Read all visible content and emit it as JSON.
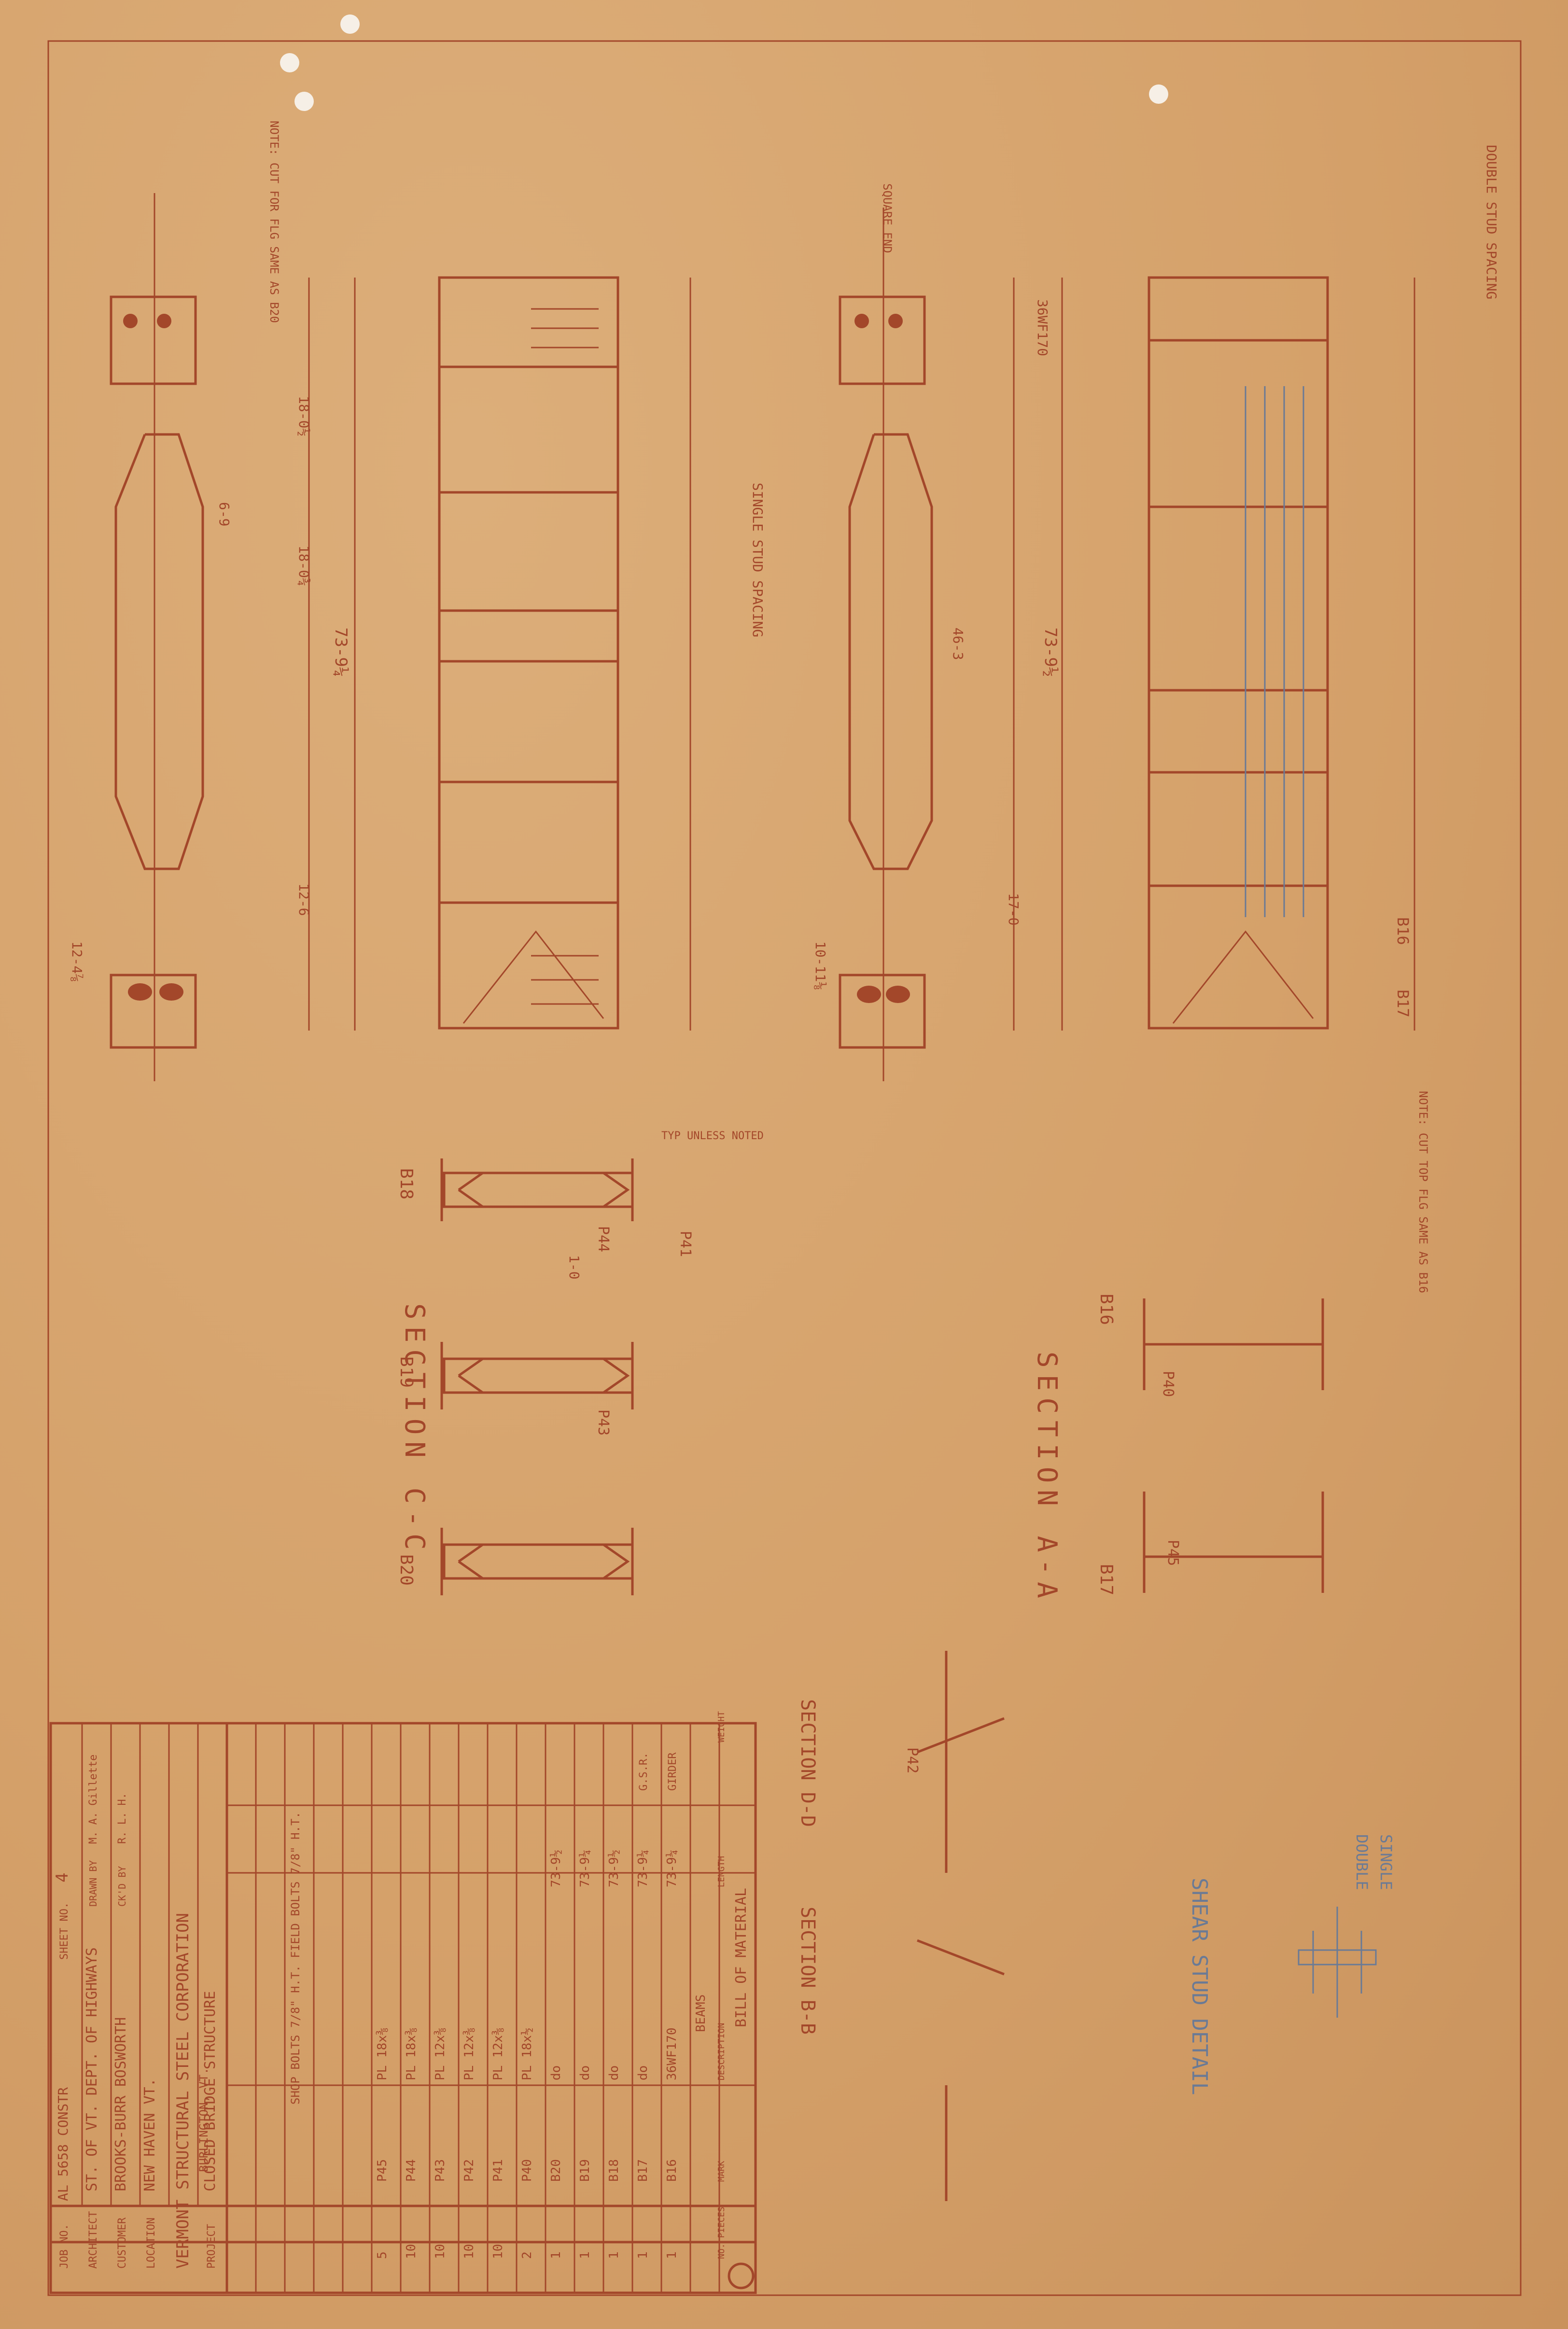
{
  "title_block": {
    "company": "VERMONT STRUCTURAL STEEL CORPORATION",
    "company_city": "BURLINGTON, VT.",
    "project_label": "PROJECT",
    "project": "CLOSED BRIDGE STRUCTURE",
    "location_label": "LOCATION",
    "location": "NEW HAVEN VT.",
    "customer_label": "CUSTOMER",
    "customer": "BROOKS-BURR BOSWORTH",
    "architect_label": "ARCHITECT",
    "architect": "ST. OF VT. DEPT. OF HIGHWAYS",
    "job_label": "JOB NO.",
    "job_no": "AL 5658 CONSTR",
    "sheet_label": "SHEET NO.",
    "sheet_no": "4",
    "drawn_label": "DRAWN BY",
    "drawn_by": "M. A. Gillette",
    "checked_label": "CK'D BY",
    "checked_by": "R. L. H.",
    "bill_of_material": "BILL OF MATERIAL",
    "bom_headers": [
      "NO. PIECES",
      "MARK",
      "DESCRIPTION",
      "LENGTH",
      "WEIGHT"
    ],
    "bom_rows": [
      {
        "pieces": "",
        "mark": "",
        "description": "BEAMS",
        "length": "",
        "note": ""
      },
      {
        "pieces": "1",
        "mark": "B16",
        "description": "36WF170",
        "length": "73-9¼",
        "note": "GIRDER"
      },
      {
        "pieces": "1",
        "mark": "B17",
        "description": "do",
        "length": "73-9¼",
        "note": "G.S.R."
      },
      {
        "pieces": "1",
        "mark": "B18",
        "description": "do",
        "length": "73-9½",
        "note": ""
      },
      {
        "pieces": "1",
        "mark": "B19",
        "description": "do",
        "length": "73-9¼",
        "note": ""
      },
      {
        "pieces": "1",
        "mark": "B20",
        "description": "do",
        "length": "73-9½",
        "note": ""
      },
      {
        "pieces": "2",
        "mark": "P40",
        "description": "PL 18x½",
        "length": "",
        "note": ""
      },
      {
        "pieces": "10",
        "mark": "P41",
        "description": "PL 12x⅜",
        "length": "",
        "note": ""
      },
      {
        "pieces": "10",
        "mark": "P42",
        "description": "PL 12x⅜",
        "length": "",
        "note": ""
      },
      {
        "pieces": "10",
        "mark": "P43",
        "description": "PL 12x⅜",
        "length": "",
        "note": ""
      },
      {
        "pieces": "10",
        "mark": "P44",
        "description": "PL 18x⅜",
        "length": "",
        "note": ""
      },
      {
        "pieces": "5",
        "mark": "P45",
        "description": "PL 18x⅜",
        "length": "",
        "note": ""
      }
    ],
    "notes": "SHOP BOLTS 7/8\" H.T. FIELD BOLTS 7/8\" H.T."
  },
  "sections": {
    "section_aa": "SECTION A-A",
    "section_cc": "SECTION C-C",
    "section_dd": "SECTION D-D",
    "section_bb": "SECTION B-B",
    "shear_stud": "SHEAR STUD DETAIL",
    "single": "SINGLE",
    "double": "DOUBLE"
  },
  "marks": {
    "b16": "B16",
    "b17": "B17",
    "b18": "B18",
    "b19": "B19",
    "b20": "B20",
    "p40": "P40",
    "p41": "P41",
    "p42": "P42",
    "p43": "P43",
    "p44": "P44",
    "p45": "P45"
  },
  "dimensions": {
    "overall_left": "73-9¼",
    "overall_right": "73-9½",
    "d1": "18-0½",
    "d2": "18-0¾",
    "d3": "17-0",
    "d4": "12-6",
    "d5": "10-11⅛",
    "d6": "12-4⅞",
    "d7": "6-9",
    "d8": "1-0",
    "d9": "46-3",
    "d10": "36WF170"
  },
  "notes_on_drawing": {
    "note1": "NOTE: CUT FOR FLG SAME AS B20",
    "note2": "NOTE: CUT TOP FLG SAME AS B16",
    "stud_single": "SINGLE STUD SPACING",
    "stud_double": "DOUBLE STUD SPACING",
    "square_end": "SQUARE END",
    "typ": "TYP UNLESS NOTED"
  }
}
